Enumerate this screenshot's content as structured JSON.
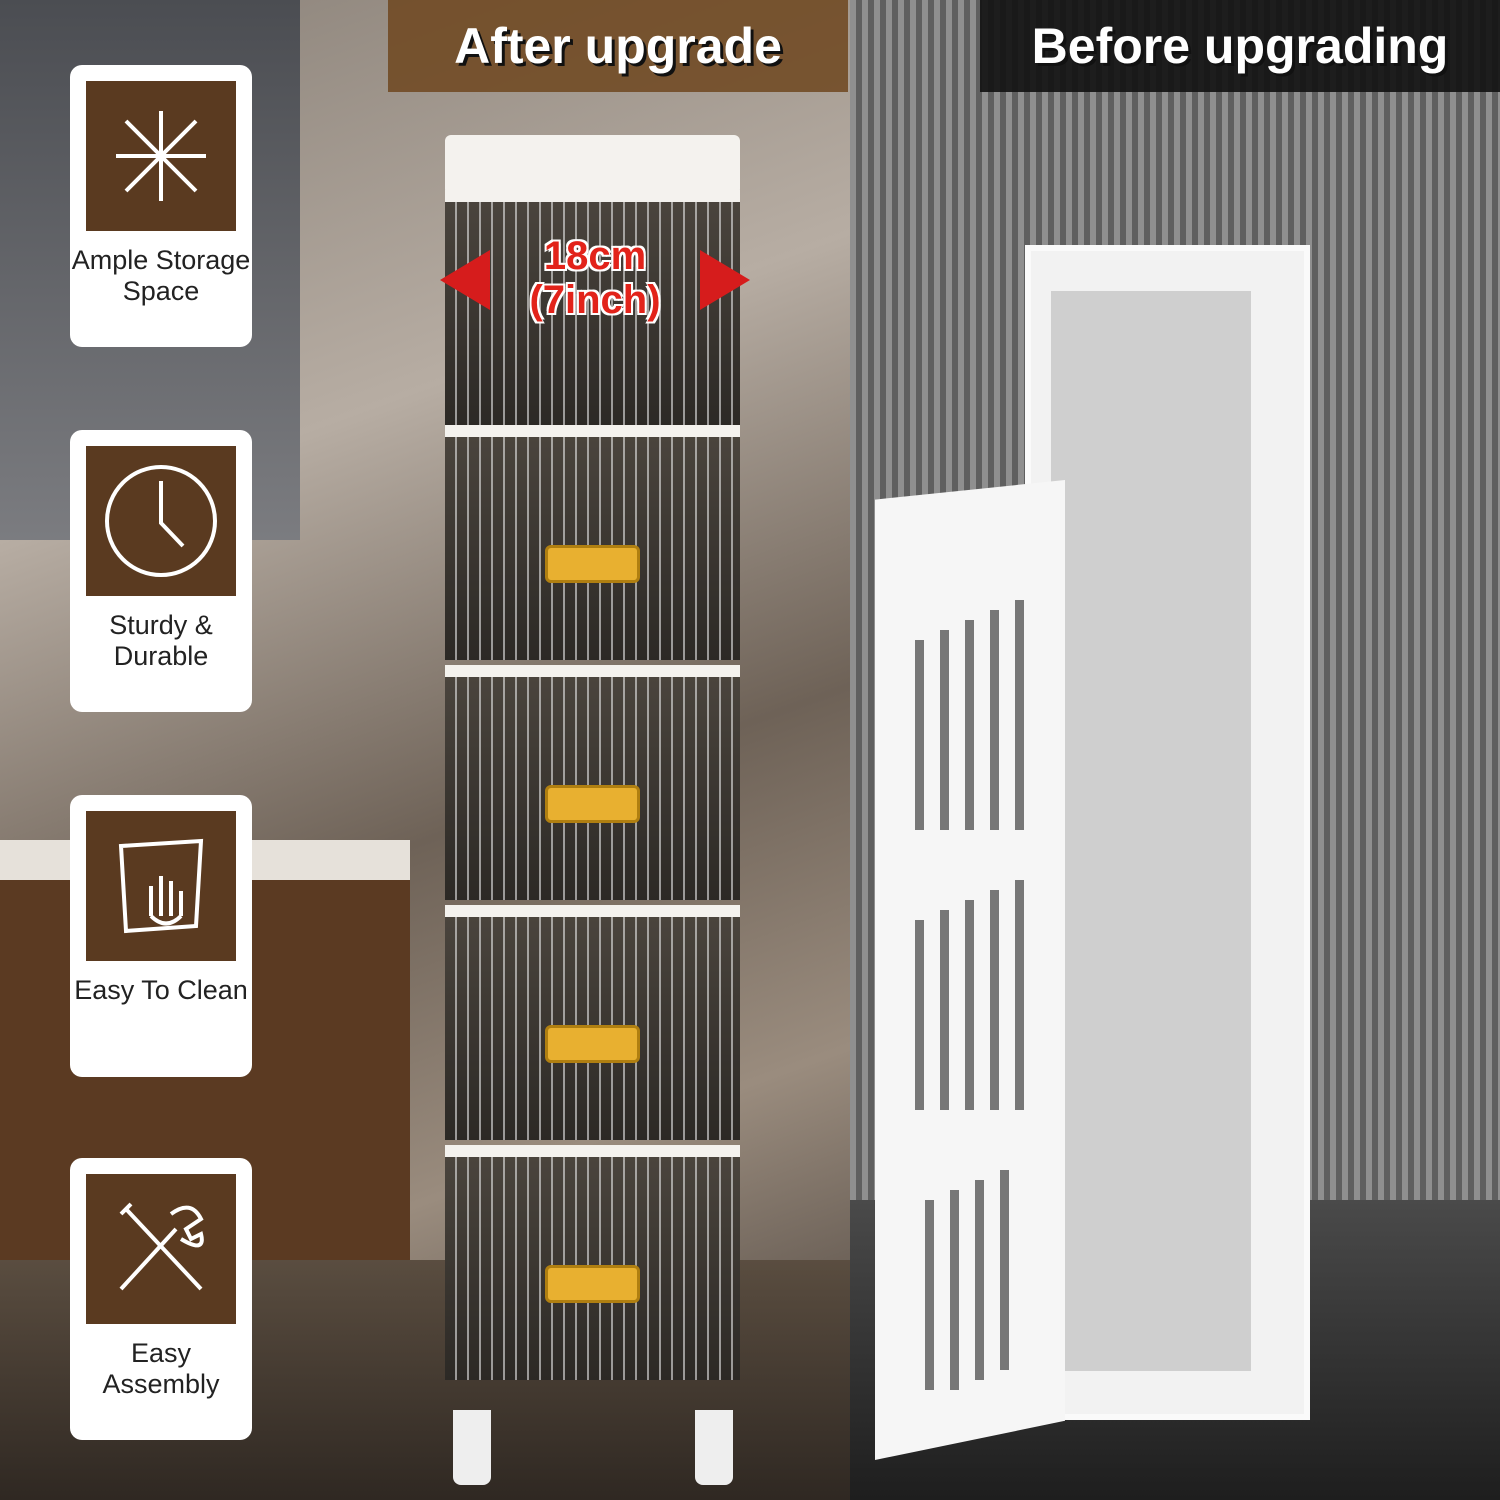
{
  "headers": {
    "after": "After upgrade",
    "before": "Before upgrading"
  },
  "dimension": {
    "cm": "18cm",
    "inch": "(7inch)"
  },
  "features": [
    {
      "icon": "expand-arrows-icon",
      "label": "Ample Storage Space"
    },
    {
      "icon": "clock-icon",
      "label": "Sturdy & Durable"
    },
    {
      "icon": "cleaning-cloth-hand-icon",
      "label": "Easy To Clean"
    },
    {
      "icon": "wrench-screwdriver-icon",
      "label": "Easy Assembly"
    }
  ],
  "colors": {
    "brand_brown": "#5a3a20",
    "arrow_red": "#d61c1c",
    "handle_yellow": "#e8b030"
  }
}
